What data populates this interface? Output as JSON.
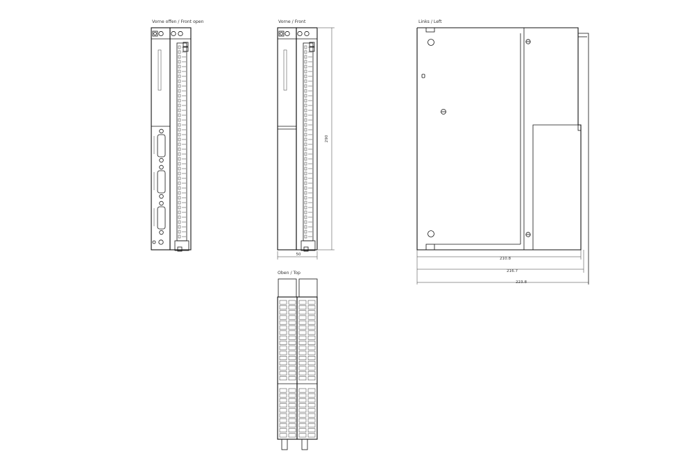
{
  "views": {
    "front_open": {
      "label": "Vorne offen  /  Front open"
    },
    "front": {
      "label": "Vorne  /  Front"
    },
    "left": {
      "label": "Links  /  Left"
    },
    "top": {
      "label": "Oben  /  Top"
    }
  },
  "dimensions": {
    "height": "290",
    "width": "50",
    "depth_1": "210.8",
    "depth_2": "216.7",
    "depth_3": "223.8"
  },
  "colors": {
    "line": "#111111",
    "background": "#ffffff"
  }
}
